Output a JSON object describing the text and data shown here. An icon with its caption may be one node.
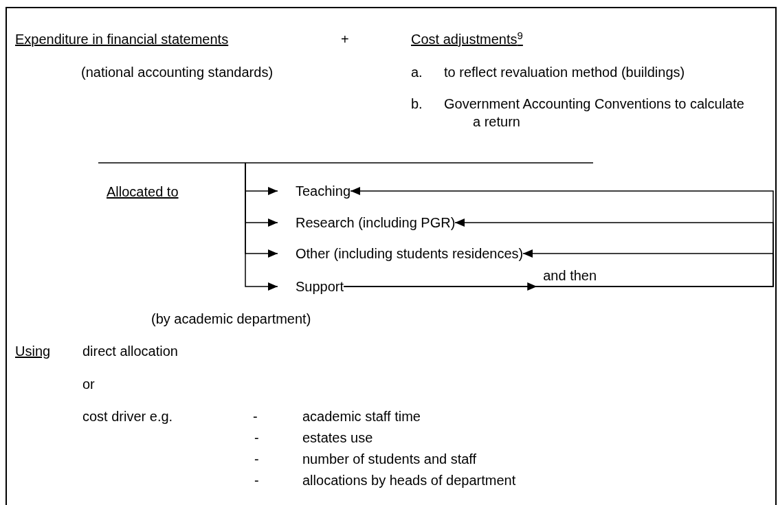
{
  "diagram": {
    "nodes": [
      {
        "text": [
          "Teaching"
        ]
      },
      {
        "text": [
          "Research (including PGR)"
        ]
      },
      {
        "text": [
          "Other (including students residences)"
        ]
      },
      {
        "text": [
          "Support"
        ]
      }
    ],
    "edges": [
      {
        "from": null,
        "to": 0,
        "arrow": "to"
      },
      {
        "from": null,
        "to": 1,
        "arrow": "to"
      },
      {
        "from": null,
        "to": 2,
        "arrow": "to"
      },
      {
        "from": null,
        "to": 3,
        "arrow": "to"
      },
      {
        "from": 3,
        "to": 0,
        "arrow": "to",
        "label": "and then"
      },
      {
        "from": 3,
        "to": 1,
        "arrow": "to"
      },
      {
        "from": 3,
        "to": 2,
        "arrow": "to"
      }
    ],
    "labels": [
      "Expenditure in financial statements",
      "+",
      "Cost adjustments$^{9}$",
      "(national accounting standards)",
      "a.",
      "to reflect revaluation method (buildings)",
      "b.",
      "Government Accounting Conventions to calculate a return",
      "Allocated to",
      "(by academic department)",
      "Using",
      "direct allocation",
      "or",
      "cost driver e.g.",
      "-",
      "academic staff time",
      "-",
      "estates use",
      "-",
      "number of students and staff",
      "-",
      "allocations by heads of department"
    ]
  }
}
